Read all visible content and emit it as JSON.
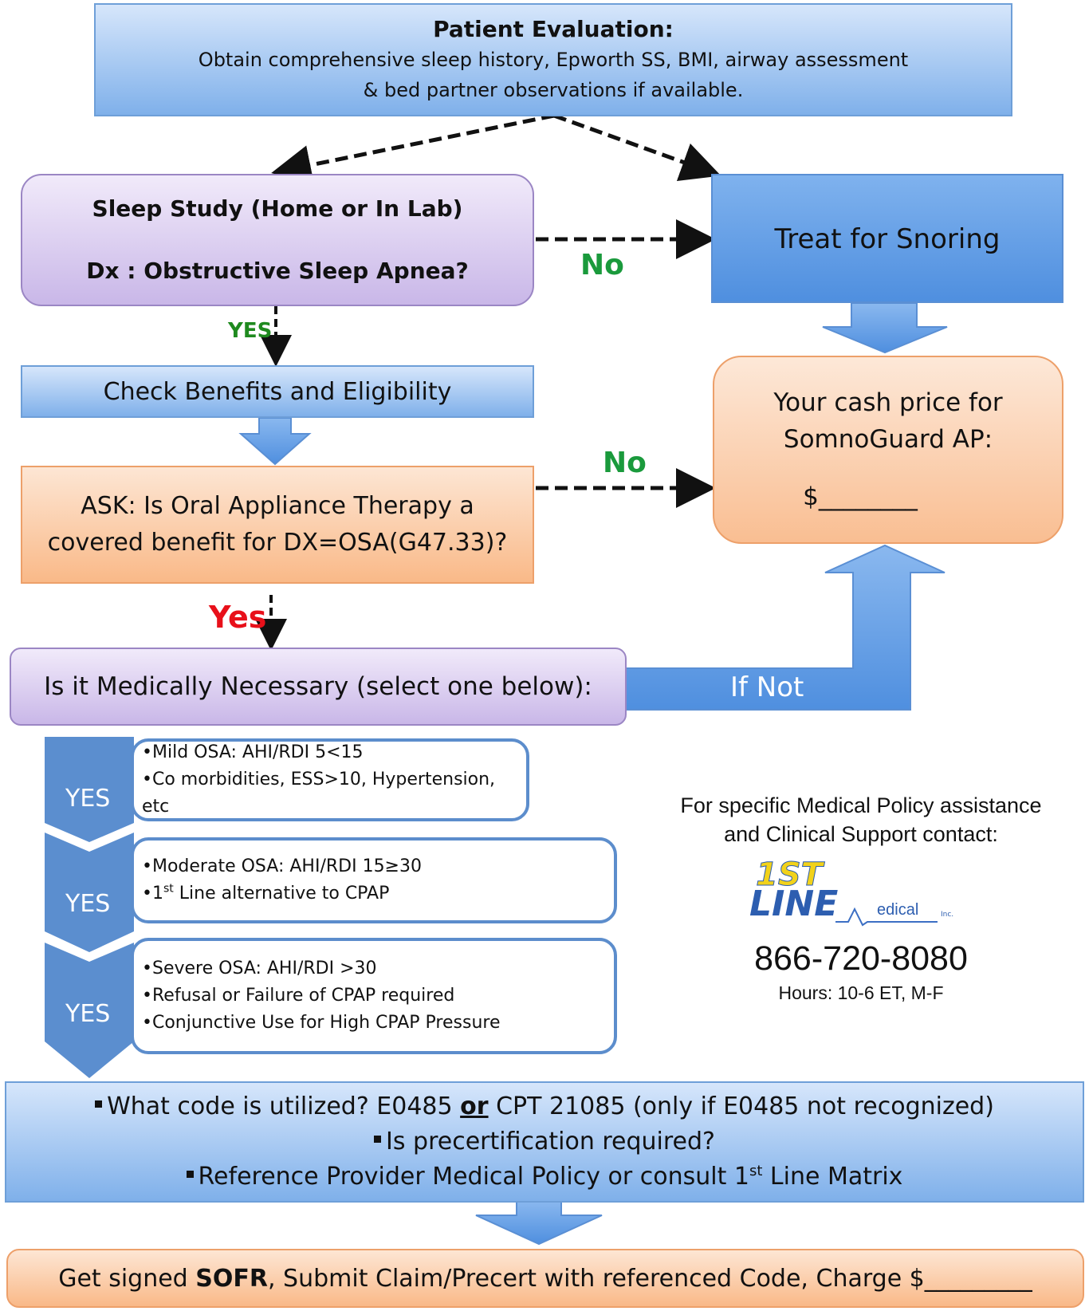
{
  "patient_eval": {
    "title": "Patient Evaluation:",
    "line1": "Obtain comprehensive sleep history, Epworth SS, BMI, airway assessment",
    "line2": "& bed partner observations if available."
  },
  "sleep_study": {
    "title": "Sleep Study (Home or In Lab)",
    "question": "Dx : Obstructive Sleep Apnea?"
  },
  "treat_snoring": "Treat for Snoring",
  "labels": {
    "no_1": "No",
    "yes_1": "YES",
    "no_2": "No",
    "yes_2": "Yes",
    "if_not": "If Not"
  },
  "check_benefits": "Check Benefits and Eligibility",
  "ask_box": {
    "line1": "ASK: Is Oral Appliance Therapy a",
    "line2": "covered benefit for DX=OSA(G47.33)?"
  },
  "cash_price": {
    "line1": "Your cash price for",
    "line2": "SomnoGuard AP:",
    "line3": "$________"
  },
  "medically_necessary": "Is it Medically Necessary (select one below):",
  "criteria": [
    {
      "chevron": "YES",
      "items": [
        "Mild OSA: AHI/RDI  5<15",
        "Co morbidities, ESS>10, Hypertension, etc"
      ]
    },
    {
      "chevron": "YES",
      "items": [
        "Moderate OSA: AHI/RDI 15≥30"
      ],
      "item2_pre": "1",
      "item2_sup": "st",
      "item2_post": " Line alternative to CPAP"
    },
    {
      "chevron": "YES",
      "items": [
        "Severe OSA: AHI/RDI >30",
        "Refusal or Failure of CPAP required",
        "Conjunctive Use for High CPAP Pressure"
      ]
    }
  ],
  "contact": {
    "line1": "For specific Medical Policy assistance",
    "line2": "and Clinical Support contact:",
    "logo_top": "1ST",
    "logo_line": "LINE",
    "logo_medical": "edical",
    "logo_inc": "Inc.",
    "phone": "866-720-8080",
    "hours": "Hours: 10-6 ET, M-F"
  },
  "code_box": {
    "l1a": "What code is utilized? E0485 ",
    "l1b": "or",
    "l1c": " CPT 21085 (only if E0485 not recognized)",
    "l2": "Is precertification required?",
    "l3a": "Reference Provider Medical Policy or consult 1",
    "l3sup": "st",
    "l3b": " Line Matrix"
  },
  "final_box": {
    "a": "Get signed ",
    "b": "SOFR",
    "c": ", Submit Claim/Precert with referenced Code, Charge $_________"
  },
  "colors": {
    "green_label": "#1a9a3c",
    "red_label": "#e8101a",
    "arrow_blue": "#4f8fdf"
  }
}
